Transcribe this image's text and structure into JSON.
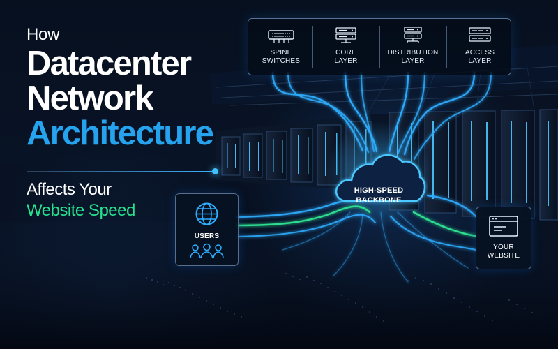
{
  "headline": {
    "prefix": "How",
    "line1": "Datacenter",
    "line2": "Network",
    "line3": "Architecture",
    "sub1": "Affects Your",
    "sub2": "Website Speed"
  },
  "network_layers": [
    {
      "label_top": "SPINE",
      "label_bottom": "SWITCHES",
      "icon": "spine-switches-icon"
    },
    {
      "label_top": "CORE",
      "label_bottom": "LAYER",
      "icon": "core-layer-icon"
    },
    {
      "label_top": "DISTRIBUTION",
      "label_bottom": "LAYER",
      "icon": "distribution-layer-icon"
    },
    {
      "label_top": "ACCESS",
      "label_bottom": "LAYER",
      "icon": "access-layer-icon"
    }
  ],
  "backbone": {
    "label_top": "HIGH-SPEED",
    "label_bottom": "BACKBONE",
    "icon": "cloud-icon"
  },
  "users": {
    "label": "USERS",
    "globe_icon": "globe-icon",
    "people_icon": "users-icon"
  },
  "website": {
    "label_top": "YOUR",
    "label_bottom": "WEBSITE",
    "icon": "browser-window-icon"
  },
  "colors": {
    "background": "#050b18",
    "headline_white": "#ffffff",
    "headline_blue": "#25a3ee",
    "headline_green": "#27e18e",
    "network_blue": "#2faeff",
    "network_green": "#2de392"
  }
}
